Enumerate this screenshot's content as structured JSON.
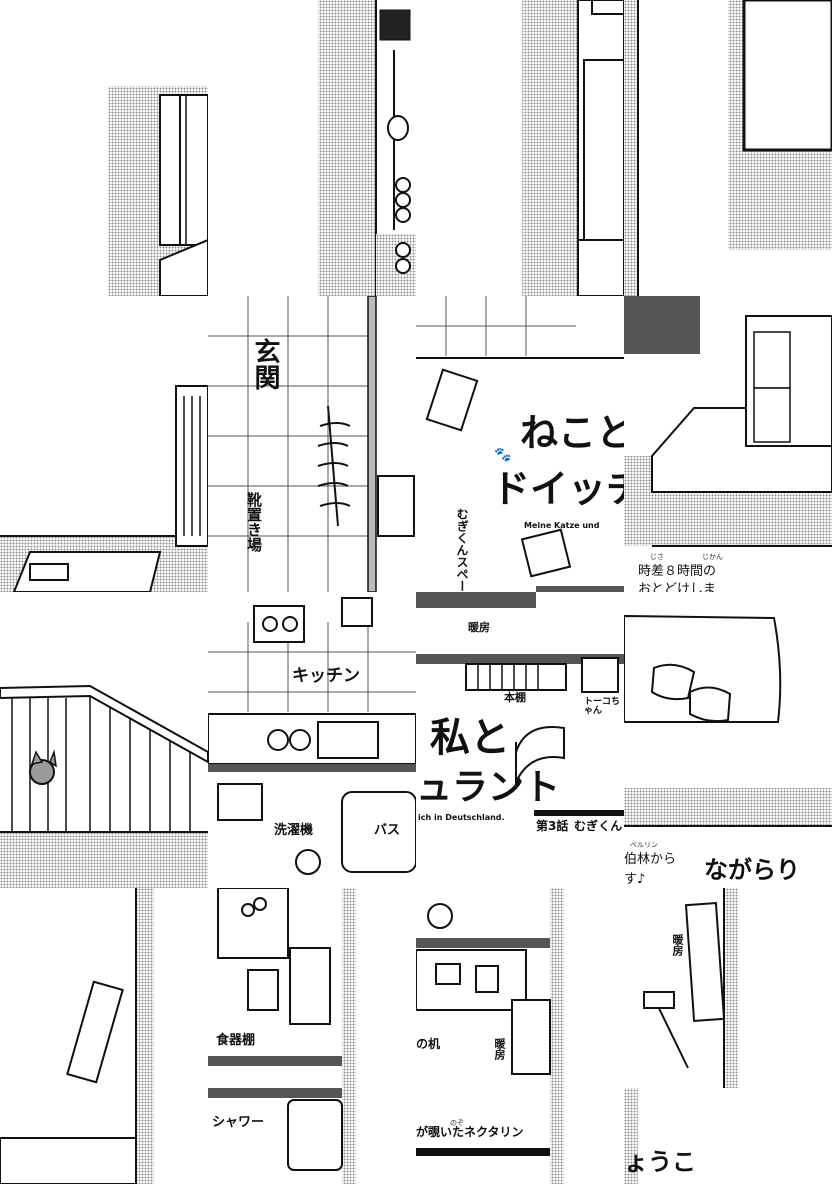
{
  "labels": {
    "genkan": "玄関",
    "kutsuoki": "靴置き場",
    "mugi_space": "むぎくんスペース",
    "danbo_1": "暖房",
    "hondana": "本棚",
    "tohko": "トーコちゃん",
    "kitchen": "キッチン",
    "sentakuki": "洗濯機",
    "bath": "バス",
    "shokkidana": "食器棚",
    "shower": "シャワー",
    "tsukue": "の机",
    "danbo_2": "暖房",
    "danbo_3": "暖房"
  },
  "title": {
    "line1": "ねこと",
    "line2": "ドイッチ",
    "line3": "私と",
    "line4": "ュラント",
    "subtitle": "Meine Katze und",
    "subtitle2": "ich in Deutschland."
  },
  "episode": {
    "label": "第3話",
    "name": "むぎくん",
    "tagline": "が覗いたネクタリン",
    "ruby_nozo": "のぞ"
  },
  "intro": {
    "line1": "時差８時間の",
    "line2": "おとどけしま",
    "ruby1": "じさ",
    "ruby2": "じかん",
    "line3": "伯林から",
    "ruby3": "ベルリン",
    "line4": "す♪"
  },
  "author": {
    "part1": "ながらり",
    "part2": "ょうこ"
  },
  "colors": {
    "ink": "#111111",
    "screen_tone": "#b8b8b8",
    "paper": "#ffffff"
  }
}
